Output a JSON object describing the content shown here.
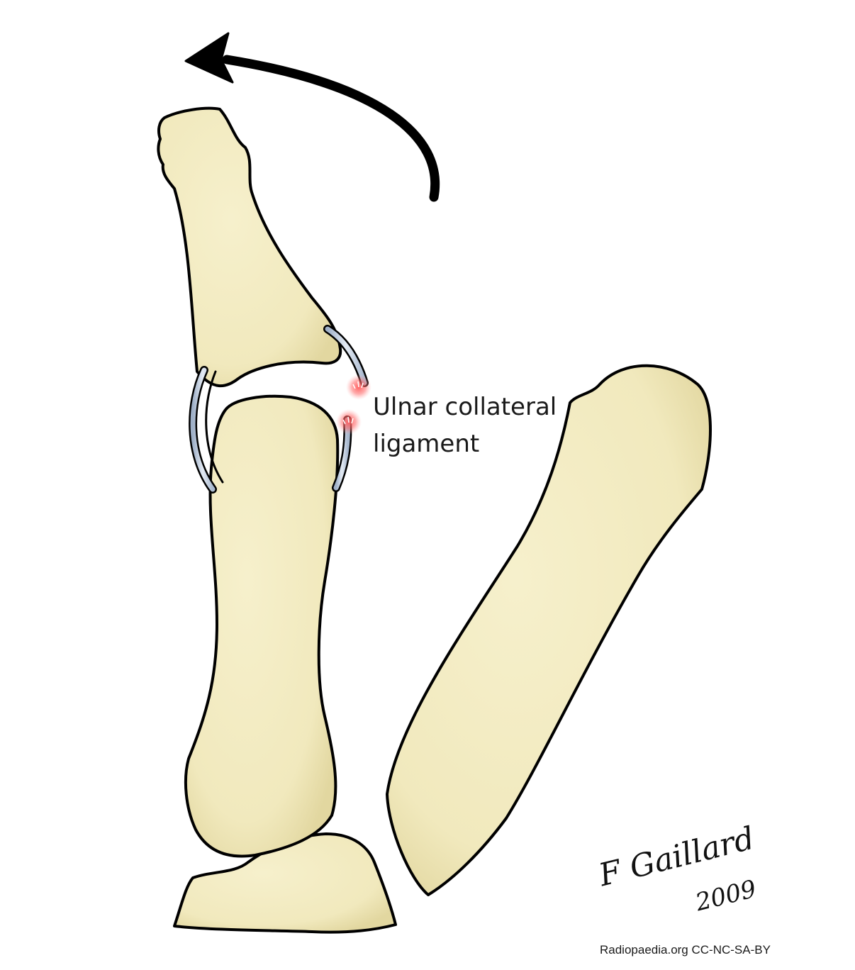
{
  "label": {
    "line1": "Ulnar collateral",
    "line2": "ligament"
  },
  "signature": {
    "name": "F Gaillard",
    "year": "2009"
  },
  "credit": "Radiopaedia.org CC-NC-SA-BY",
  "colors": {
    "bone_fill": "#f3ecc2",
    "bone_shade": "#e4d9a3",
    "ligament": "#c8d4e6",
    "tear": "#e8333a",
    "outline": "#000000"
  },
  "icons": {
    "rotation_arrow": "curved-arrow-left"
  }
}
